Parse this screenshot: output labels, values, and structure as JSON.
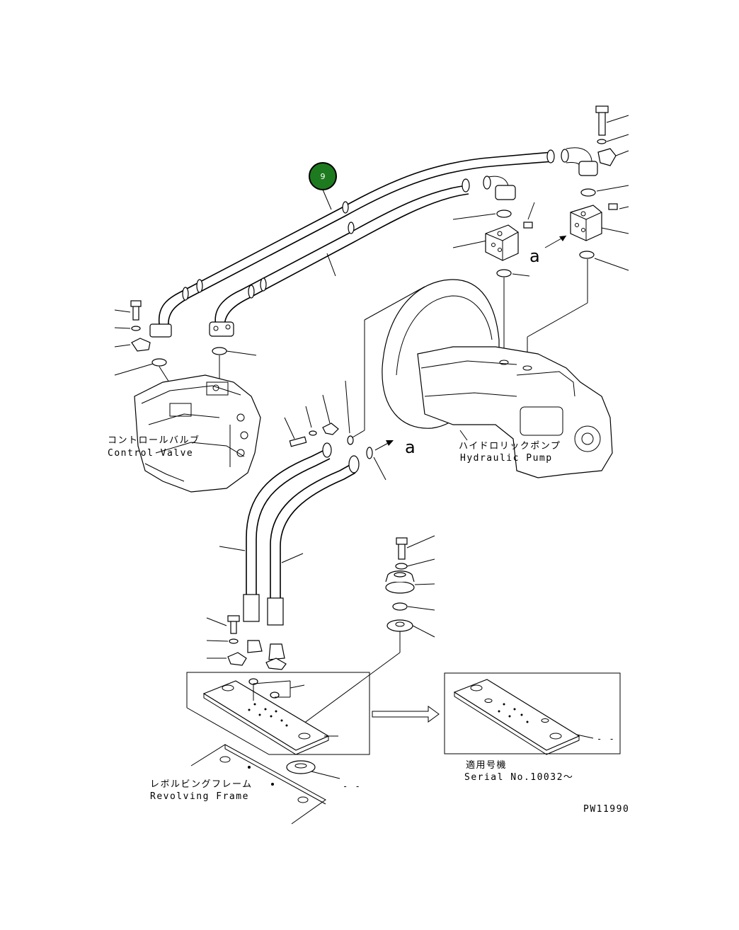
{
  "badge": {
    "label": "9",
    "color": "#1e7a1e"
  },
  "labels": {
    "control_valve_jp": "コントロールバルブ",
    "control_valve_en": "Control Valve",
    "hydraulic_pump_jp": "ハイドロリックポンプ",
    "hydraulic_pump_en": "Hydraulic Pump",
    "revolving_frame_jp": "レボルビングフレーム",
    "revolving_frame_en": "Revolving Frame",
    "serial_jp": "適用号機",
    "serial_en": "Serial No.10032～",
    "drawing_no": "PW11990",
    "view_ref_a": "a"
  }
}
